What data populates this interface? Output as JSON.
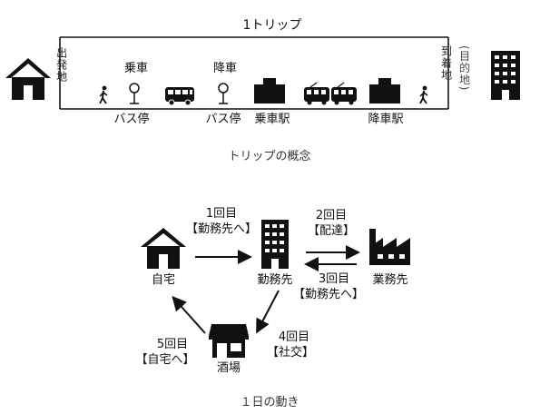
{
  "trip": {
    "span_label": "1トリップ",
    "origin_label": "出発地",
    "destination_label": "到着地",
    "destination_alt_label": "(目的地)",
    "boarding_label": "乗車",
    "alighting_label": "降車",
    "bus_stop_label_1": "バス停",
    "bus_stop_label_2": "バス停",
    "station_board_label": "乗車駅",
    "station_alight_label": "降車駅",
    "caption": "トリップの概念"
  },
  "day": {
    "home_label": "自宅",
    "office_label": "勤務先",
    "client_label": "業務先",
    "bar_label": "酒場",
    "trip1": {
      "count": "1回目",
      "purpose": "【勤務先へ】"
    },
    "trip2": {
      "count": "2回目",
      "purpose": "【配達】"
    },
    "trip3": {
      "count": "3回目",
      "purpose": "【勤務先へ】"
    },
    "trip4": {
      "count": "4回目",
      "purpose": "【社交】"
    },
    "trip5": {
      "count": "5回目",
      "purpose": "【自宅へ】"
    },
    "caption": "１日の動き"
  }
}
